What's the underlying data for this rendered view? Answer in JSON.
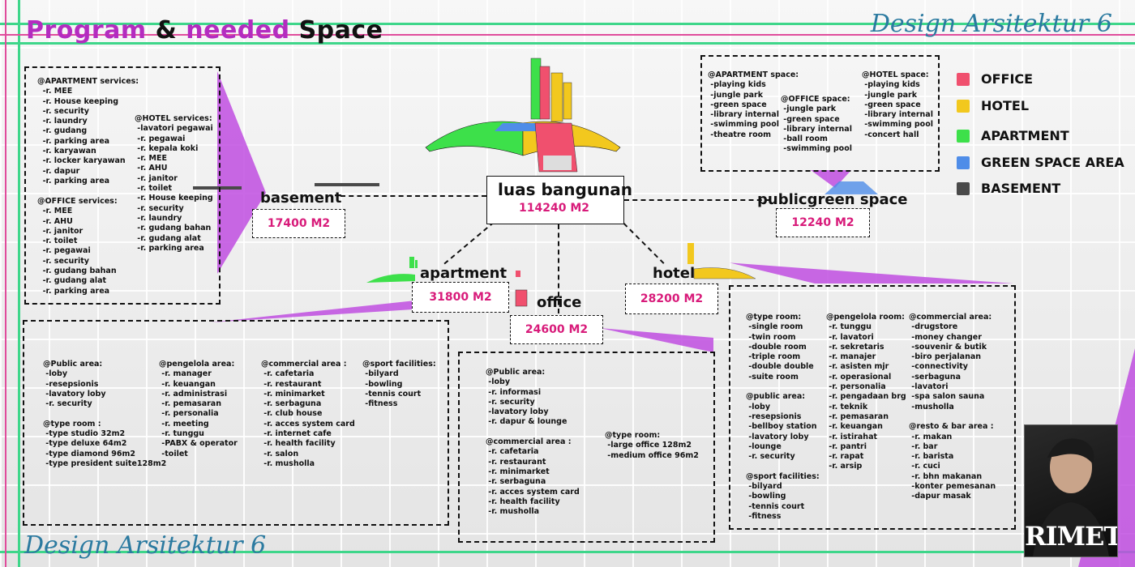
{
  "title": {
    "word1": "Program",
    "amp": "&",
    "word2": "needed",
    "word3": "Space"
  },
  "watermark": "Design Arsitektur 6",
  "center": {
    "label": "luas bangunan",
    "value": "114240 M2"
  },
  "nodes": {
    "basement": {
      "label": "basement",
      "value": "17400 M2"
    },
    "green": {
      "label": "publicgreen space",
      "value": "12240 M2"
    },
    "apartment": {
      "label": "apartment",
      "value": "31800 M2"
    },
    "office": {
      "label": "office",
      "value": "24600 M2"
    },
    "hotel": {
      "label": "hotel",
      "value": "28200 M2"
    }
  },
  "legend": [
    {
      "label": "OFFICE",
      "color": "#f0506e"
    },
    {
      "label": "HOTEL",
      "color": "#f2c81e"
    },
    {
      "label": "APARTMENT",
      "color": "#3de04a"
    },
    {
      "label": "GREEN SPACE AREA",
      "color": "#4f8de8"
    },
    {
      "label": "BASEMENT",
      "color": "#4a4a4a"
    }
  ],
  "services": {
    "apartment": "@APARTMENT services:\n  -r. MEE\n  -r. House keeping\n  -r. security\n  -r. laundry\n  -r. gudang\n  -r. parking area\n  -r. karyawan\n  -r. locker karyawan\n  -r. dapur\n  -r. parking area",
    "office": "@OFFICE services:\n  -r. MEE\n  -r. AHU\n  -r. janitor\n  -r. toilet\n  -r. pegawai\n  -r. security\n  -r. gudang bahan\n  -r. gudang alat\n  -r. parking area",
    "hotel": "@HOTEL services:\n -lavatori pegawai\n -r. pegawai\n -r. kepala koki\n -r. MEE\n -r. AHU\n -r. janitor\n -r. toilet\n -r. House keeping\n -r. security\n -r. laundry\n -r. gudang bahan\n -r. gudang alat\n -r. parking area"
  },
  "green_space": {
    "apartment": "@APARTMENT space:\n -playing kids\n -jungle park\n -green space\n -library internal\n -swimming pool\n -theatre room",
    "office": "@OFFICE space:\n -jungle park\n -green space\n -library internal\n -ball room\n -swimming pool",
    "hotel": "@HOTEL space:\n -playing kids\n -jungle park\n -green space\n -library internal\n -swimming pool\n -concert hall"
  },
  "apartment_program": {
    "col1": "@Public area:\n -loby\n -resepsionis\n -lavatory loby\n -r. security\n\n@type room :\n -type studio 32m2\n -type deluxe 64m2\n -type diamond 96m2\n -type president suite128m2",
    "col2": "@pengelola area:\n -r. manager\n -r. keuangan\n -r. administrasi\n -r. pemasaran\n -r. personalia\n -r. meeting\n -r. tunggu\n -PABX & operator\n -toilet",
    "col3": "@commercial area :\n -r. cafetaria\n -r. restaurant\n -r. minimarket\n -r. serbaguna\n -r. club house\n -r. acces system card\n -r. internet cafe\n -r. health facility\n -r. salon\n -r. musholla",
    "col4": "@sport facilities:\n -bilyard\n -bowling\n -tennis court\n -fitness"
  },
  "office_program": {
    "col1": "@Public area:\n -loby\n -r. informasi\n -r. security\n -lavatory loby\n -r. dapur & lounge\n\n@commercial area :\n -r. cafetaria\n -r. restaurant\n -r. minimarket\n -r. serbaguna\n -r. acces system card\n -r. health facility\n -r. musholla",
    "col2": "@type room:\n -large office 128m2\n -medium office 96m2"
  },
  "hotel_program": {
    "col1": "@type room:\n -single room\n -twin room\n -double room\n -triple room\n -double double\n -suite room\n\n@public area:\n -loby\n -resepsionis\n -bellboy station\n -lavatory loby\n -lounge\n -r. security\n\n@sport facilities:\n -bilyard\n -bowling\n -tennis court\n -fitness",
    "col2": "@pengelola room:\n -r. tunggu\n -r. lavatori\n -r. sekretaris\n -r. manajer\n -r. asisten mjr\n -r. operasional\n -r. personalia\n -r. pengadaan brg\n -r. teknik\n -r. pemasaran\n -r. keuangan\n -r. istirahat\n -r. pantri\n -r. rapat\n -r. arsip",
    "col3": "@commercial area:\n -drugstore\n -money changer\n -souvenir & butik\n -biro perjalanan\n -connectivity\n -serbaguna\n -lavatori\n -spa salon sauna\n -musholla\n\n@resto & bar area :\n -r. makan\n -r. bar\n -r. barista\n -r. cuci\n -r. bhn makanan\n -konter pemesanan\n -dapur masak"
  },
  "profile": {
    "name": "RIMET"
  }
}
